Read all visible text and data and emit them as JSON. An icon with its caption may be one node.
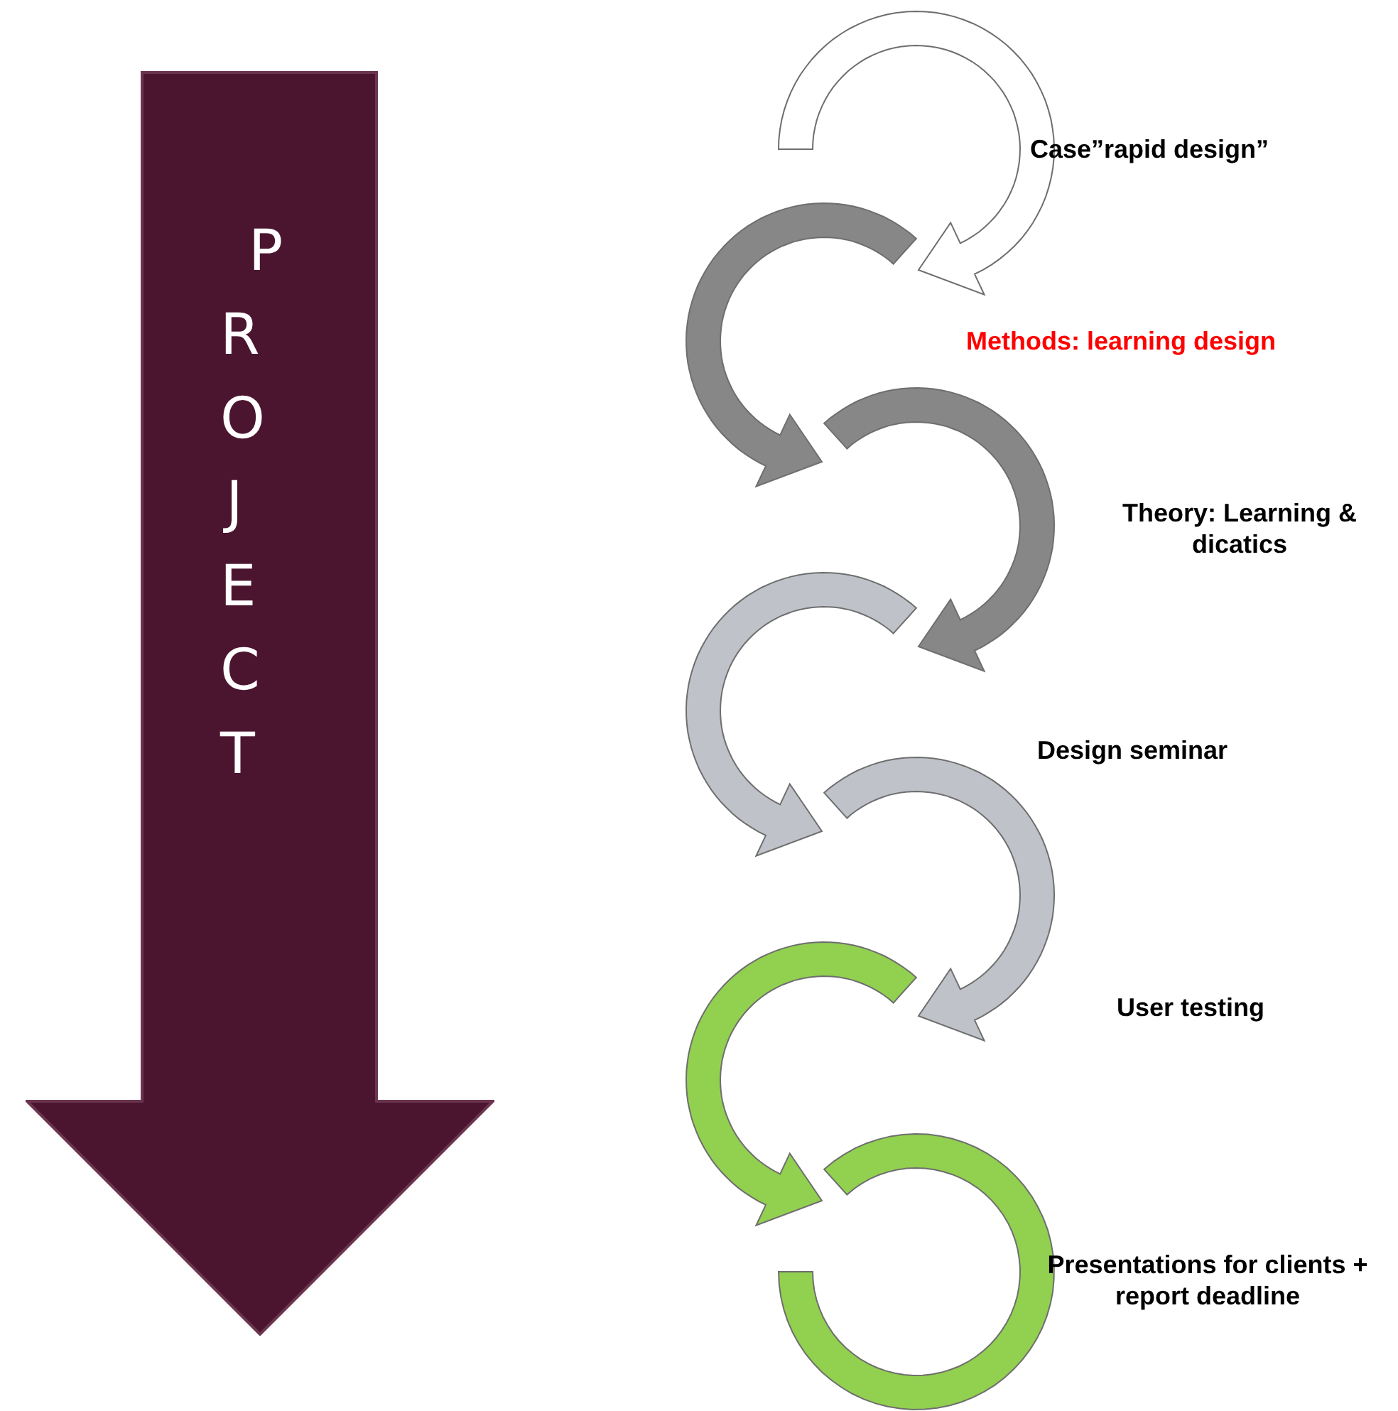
{
  "diagram": {
    "nodes": [
      {
        "text": [
          "PROJECT"
        ]
      },
      {
        "text": [
          "Case”rapid design”"
        ]
      },
      {
        "text": [
          "Methods: learning design"
        ]
      },
      {
        "text": [
          "Theory: Learning & dicatics"
        ]
      },
      {
        "text": [
          "Design seminar"
        ]
      },
      {
        "text": [
          "User testing"
        ]
      },
      {
        "text": [
          "Presentations for clients + report deadline"
        ]
      }
    ]
  }
}
